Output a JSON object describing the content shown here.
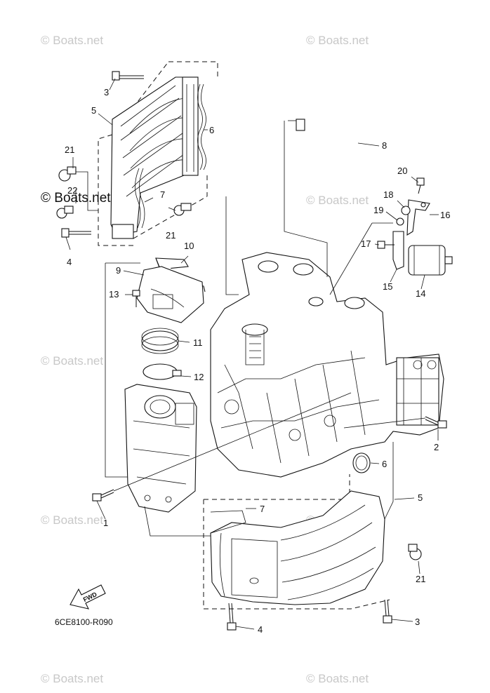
{
  "watermark": "© Boats.net",
  "watermark_prominent": "© Boats.net",
  "diagram_code": "6CE8100-R090",
  "fwd_label": "FWD",
  "callouts": {
    "c1": "1",
    "c2": "2",
    "c3a": "3",
    "c3b": "3",
    "c4a": "4",
    "c4b": "4",
    "c5a": "5",
    "c5b": "5",
    "c6a": "6",
    "c6b": "6",
    "c7a": "7",
    "c7b": "7",
    "c8": "8",
    "c9": "9",
    "c10": "10",
    "c11": "11",
    "c12": "12",
    "c13": "13",
    "c14": "14",
    "c15": "15",
    "c16": "16",
    "c17": "17",
    "c18": "18",
    "c19": "19",
    "c20": "20",
    "c21a": "21",
    "c21b": "21",
    "c21c": "21",
    "c22": "22"
  }
}
